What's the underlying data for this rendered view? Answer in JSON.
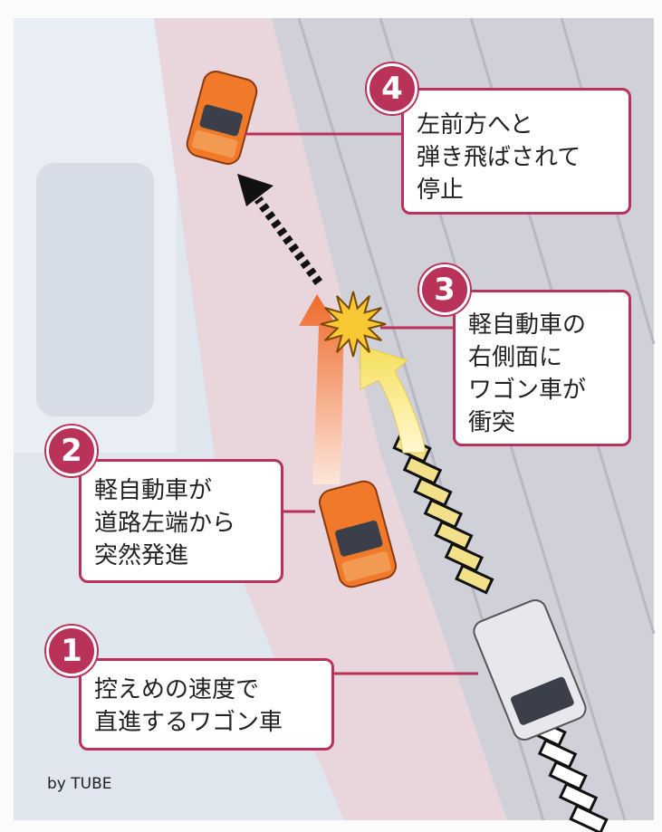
{
  "callouts": [
    {
      "number": "1",
      "lines": [
        "控えめの速度で",
        "直進するワゴン車"
      ]
    },
    {
      "number": "2",
      "lines": [
        "軽自動車が",
        "道路左端から",
        "突然発進"
      ]
    },
    {
      "number": "3",
      "lines": [
        "軽自動車の",
        "右側面に",
        "ワゴン車が",
        "衝突"
      ]
    },
    {
      "number": "4",
      "lines": [
        "左前方へと",
        "弾き飛ばされて",
        "停止"
      ]
    }
  ],
  "credit": "by TUBE",
  "colors": {
    "accent": "#b8325a",
    "kei_car": "#f07a2a",
    "wagon": "#e8e8ec",
    "wagon_path": "#f3e08a",
    "impact": "#f7c833"
  }
}
